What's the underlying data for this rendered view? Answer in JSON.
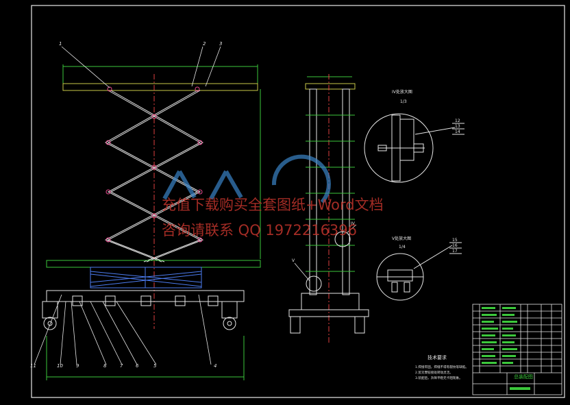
{
  "drawing": {
    "part_numbers": {
      "p1": "1",
      "p2": "2",
      "p3": "3",
      "p4": "4",
      "p5": "5",
      "p6": "6",
      "p7": "7",
      "p8": "8",
      "p9": "9",
      "p10": "10",
      "p11": "11",
      "p12": "12",
      "p13": "13",
      "p14": "14",
      "p15": "15",
      "p16": "16",
      "p17": "17"
    },
    "detail_views": {
      "iv_title": "IV处放大图",
      "iv_scale": "1/3",
      "iv_marker": "IV",
      "v_title": "V处放大图",
      "v_scale": "1/4",
      "v_marker": "V"
    },
    "tech_requirements": {
      "title": "技术要求",
      "lines": [
        "1.焊接牢固，焊缝不得有裂纹等缺陷。",
        "2.剪叉臂铰接处转动灵活。",
        "3.装配后，升降平稳无卡阻现象。"
      ]
    },
    "title_block": {
      "drawing_title": "总装配图"
    }
  },
  "watermark": {
    "line1": "充值下载购买全套图纸+Word文档",
    "line2": "咨询请联系  QQ  1972216396"
  }
}
